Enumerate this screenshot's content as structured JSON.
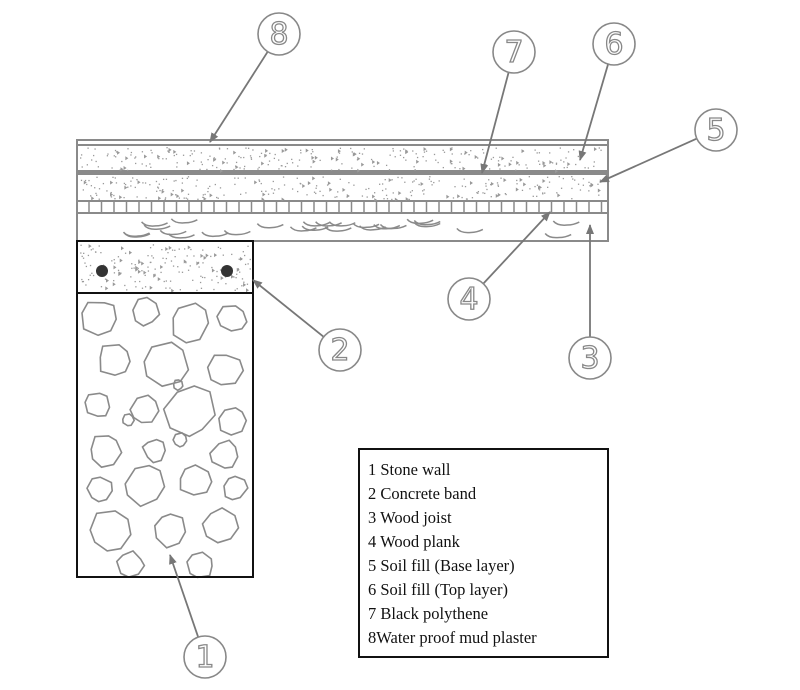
{
  "diagram": {
    "callouts": [
      {
        "number": "1",
        "target": "stone-wall"
      },
      {
        "number": "2",
        "target": "concrete-band"
      },
      {
        "number": "3",
        "target": "wood-joist"
      },
      {
        "number": "4",
        "target": "wood-plank"
      },
      {
        "number": "5",
        "target": "soil-fill-base"
      },
      {
        "number": "6",
        "target": "soil-fill-top"
      },
      {
        "number": "7",
        "target": "black-polythene"
      },
      {
        "number": "8",
        "target": "mud-plaster"
      }
    ],
    "legend": [
      "1 Stone wall",
      "2 Concrete band",
      "3 Wood joist",
      "4 Wood plank",
      "5 Soil fill (Base layer)",
      "6 Soil fill (Top layer)",
      "7 Black polythene",
      "8Water proof mud plaster"
    ],
    "colors": {
      "line": "#8a8a8a",
      "dark": "#111111",
      "speckle": "#999999"
    }
  }
}
